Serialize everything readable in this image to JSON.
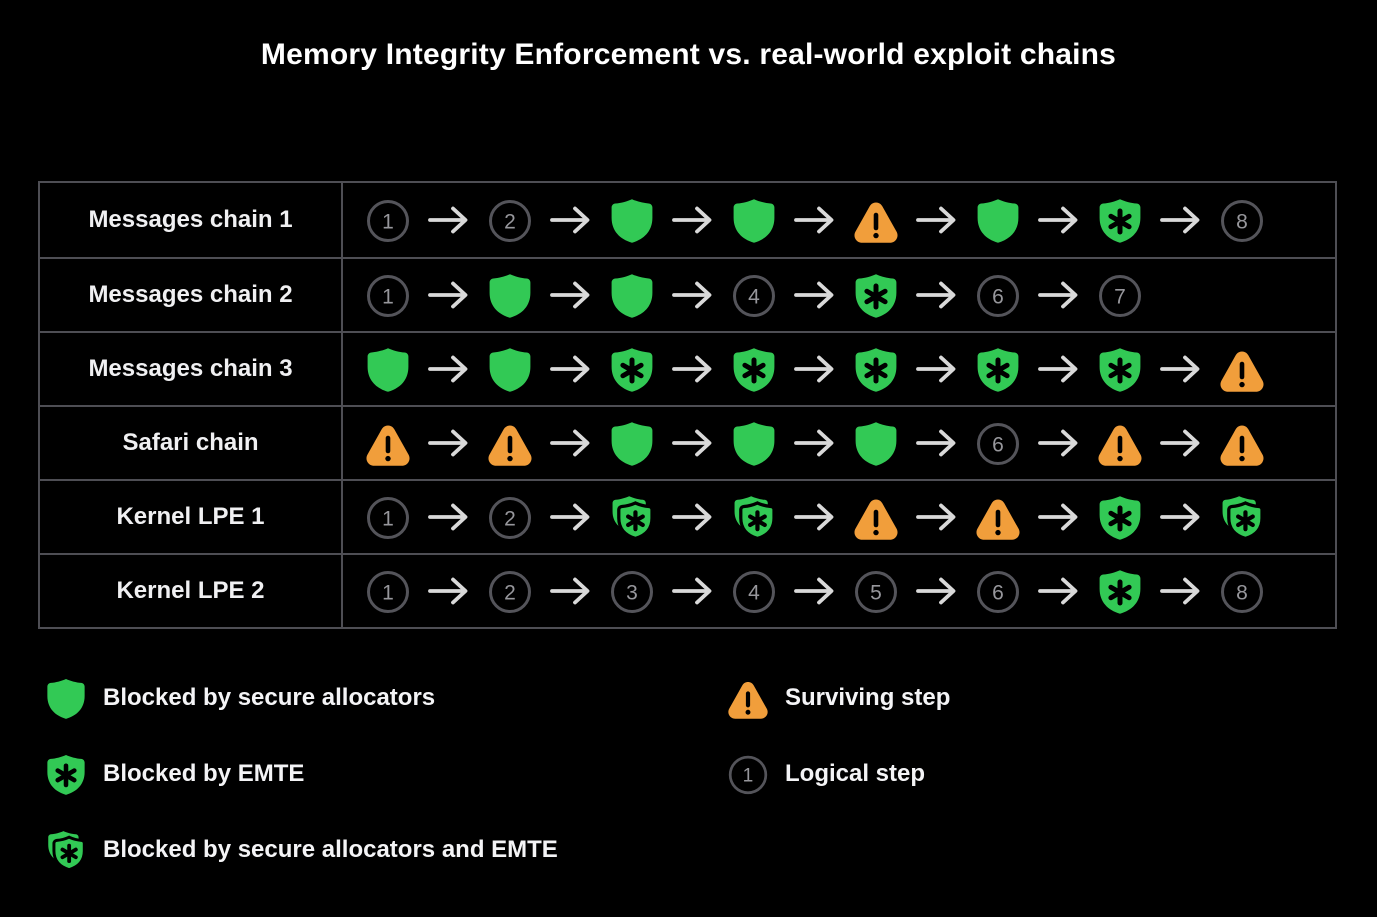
{
  "title": "Memory Integrity Enforcement vs. real-world exploit chains",
  "colors": {
    "background": "#000000",
    "green": "#32c955",
    "orange": "#f19e3b",
    "arrow": "#d9d9d9",
    "circle_ring": "#54545a",
    "circle_digit": "#97979c",
    "table_border": "#4e4e54"
  },
  "icons": {
    "alloc": "secure-allocator-shield-icon",
    "emte": "emte-shield-icon",
    "both": "double-shield-icon",
    "warn": "surviving-step-warning-icon",
    "step": "logical-step-circle-icon",
    "arrow": "arrow-right-icon"
  },
  "table": {
    "rows": [
      {
        "label": "Messages chain 1",
        "steps": [
          "1",
          "2",
          "alloc",
          "alloc",
          "warn",
          "alloc",
          "emte",
          "8"
        ]
      },
      {
        "label": "Messages chain 2",
        "steps": [
          "1",
          "alloc",
          "alloc",
          "4",
          "emte",
          "6",
          "7"
        ]
      },
      {
        "label": "Messages chain 3",
        "steps": [
          "alloc",
          "alloc",
          "emte",
          "emte",
          "emte",
          "emte",
          "emte",
          "warn"
        ]
      },
      {
        "label": "Safari chain",
        "steps": [
          "warn",
          "warn",
          "alloc",
          "alloc",
          "alloc",
          "6",
          "warn",
          "warn"
        ]
      },
      {
        "label": "Kernel LPE 1",
        "steps": [
          "1",
          "2",
          "both",
          "both",
          "warn",
          "warn",
          "emte",
          "both"
        ]
      },
      {
        "label": "Kernel LPE 2",
        "steps": [
          "1",
          "2",
          "3",
          "4",
          "5",
          "6",
          "emte",
          "8"
        ]
      }
    ]
  },
  "legend": {
    "left": [
      {
        "type": "alloc",
        "label": "Blocked by secure allocators"
      },
      {
        "type": "emte",
        "label": "Blocked by EMTE"
      },
      {
        "type": "both",
        "label": "Blocked by secure allocators and EMTE"
      }
    ],
    "right": [
      {
        "type": "warn",
        "label": "Surviving step"
      },
      {
        "type": "step1",
        "label": "Logical step",
        "number": "1"
      }
    ]
  }
}
